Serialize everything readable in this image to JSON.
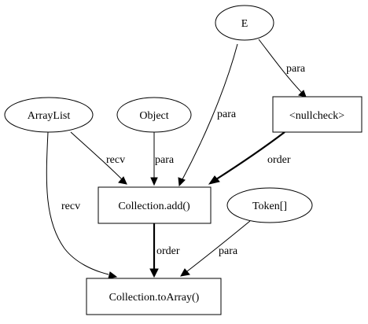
{
  "nodes": {
    "e": "E",
    "arraylist": "ArrayList",
    "object": "Object",
    "nullcheck": "<nullcheck>",
    "collection_add": "Collection.add()",
    "token_array": "Token[]",
    "collection_toarray": "Collection.toArray()"
  },
  "edges": {
    "e_to_nullcheck": "para",
    "e_to_add": "para",
    "arraylist_to_add": "recv",
    "object_to_add": "para",
    "nullcheck_to_add": "order",
    "arraylist_to_toarray": "recv",
    "add_to_toarray": "order",
    "token_to_toarray": "para"
  }
}
